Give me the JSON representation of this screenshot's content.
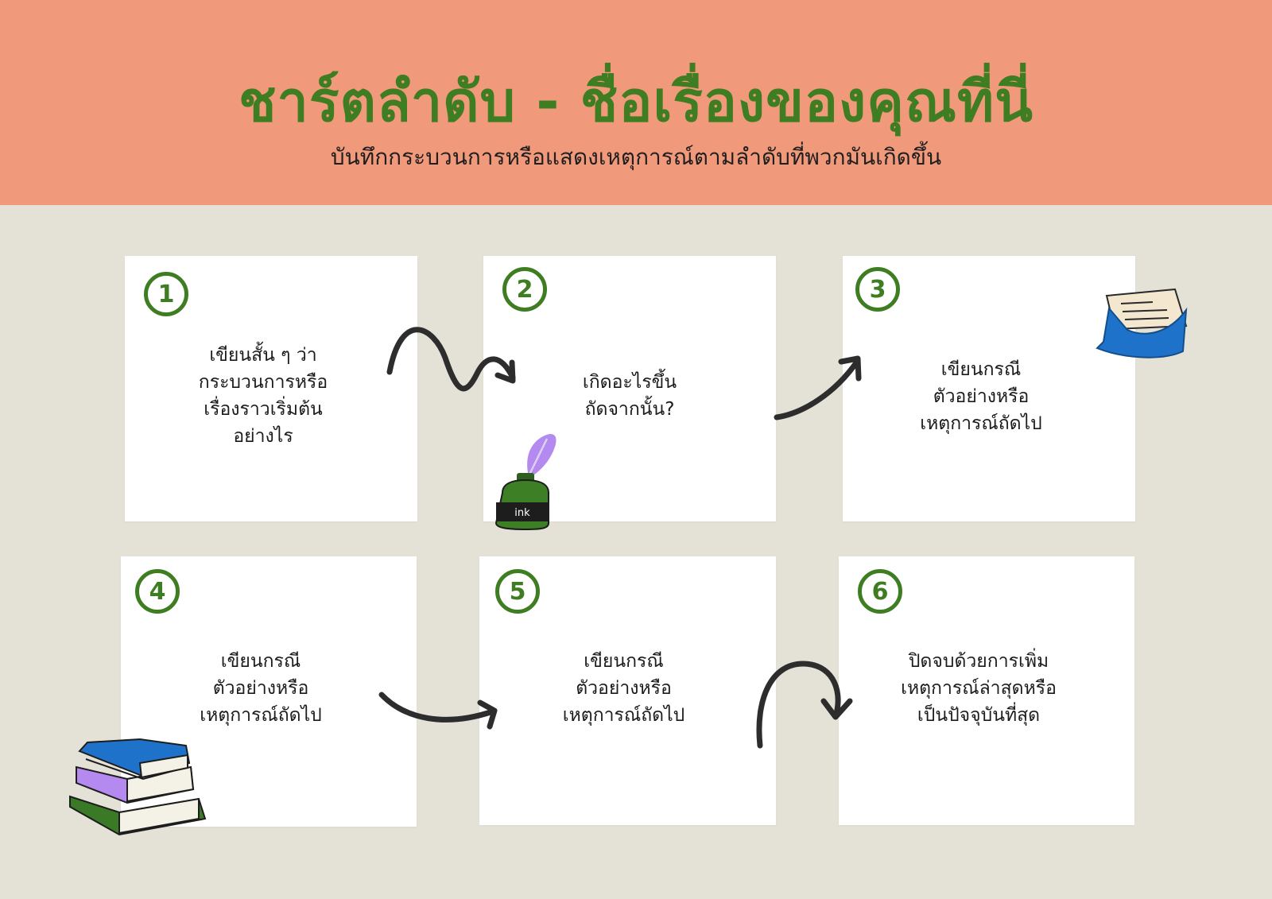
{
  "header": {
    "title": "ชาร์ตลำดับ - ชื่อเรื่องของคุณที่นี่",
    "subtitle": "บันทึกกระบวนการหรือแสดงเหตุการณ์ตามลำดับที่พวกมันเกิดขึ้น"
  },
  "colors": {
    "header_bg": "#f19a7b",
    "title": "#3e7d21",
    "page_bg": "#e4e1d7",
    "card_bg": "#ffffff",
    "arrow": "#2d2d2d"
  },
  "steps": [
    {
      "number": "1",
      "text": "เขียนสั้น ๆ ว่า\nกระบวนการหรือ\nเรื่องราวเริ่มต้น\nอย่างไร"
    },
    {
      "number": "2",
      "text": "เกิดอะไรขึ้น\nถัดจากนั้น?"
    },
    {
      "number": "3",
      "text": "เขียนกรณี\nตัวอย่างหรือ\nเหตุการณ์ถัดไป"
    },
    {
      "number": "4",
      "text": "เขียนกรณี\nตัวอย่างหรือ\nเหตุการณ์ถัดไป"
    },
    {
      "number": "5",
      "text": "เขียนกรณี\nตัวอย่างหรือ\nเหตุการณ์ถัดไป"
    },
    {
      "number": "6",
      "text": "ปิดจบด้วยการเพิ่ม\nเหตุการณ์ล่าสุดหรือ\nเป็นปัจจุบันที่สุด"
    }
  ],
  "decorations": {
    "ink_label": "ink",
    "icons": [
      "ink-bottle-icon",
      "letter-envelope-icon",
      "book-stack-icon"
    ]
  }
}
